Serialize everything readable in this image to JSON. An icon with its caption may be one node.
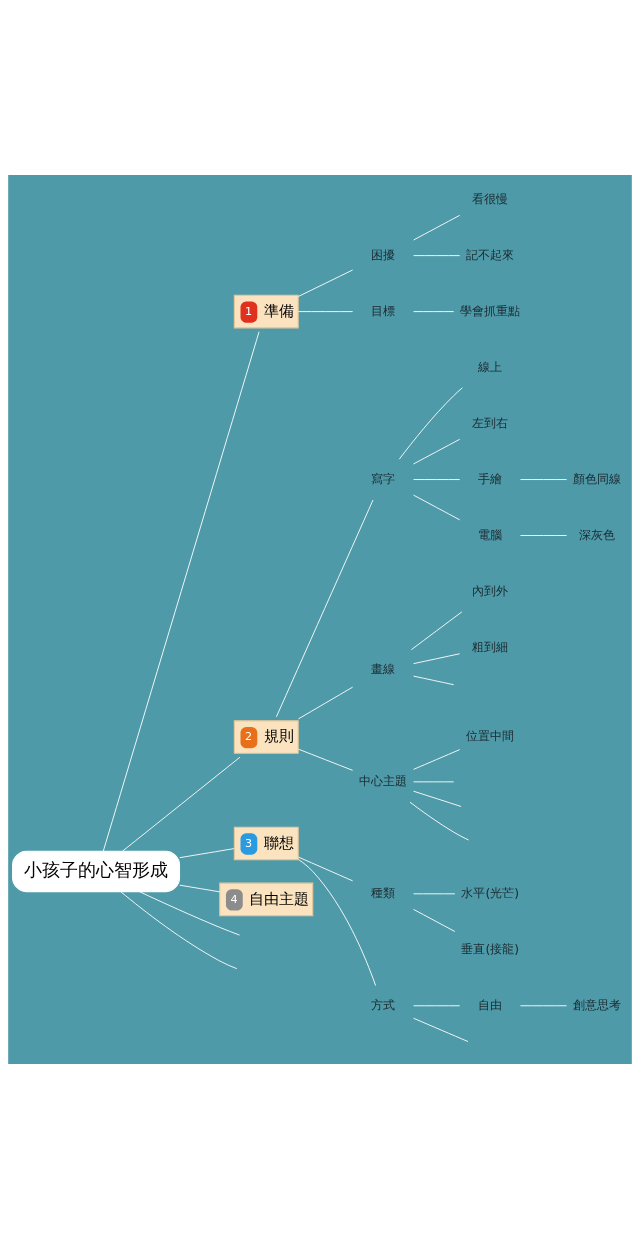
{
  "diagram": {
    "nodes": [
      {
        "text": [
          "小孩子的心智形成"
        ]
      },
      {
        "text": [
          "1",
          "準備"
        ]
      },
      {
        "text": [
          "困擾"
        ]
      },
      {
        "text": [
          "看很慢"
        ]
      },
      {
        "text": [
          "記不起來"
        ]
      },
      {
        "text": [
          "目標"
        ]
      },
      {
        "text": [
          "學會抓重點"
        ]
      },
      {
        "text": [
          "2",
          "規則"
        ]
      },
      {
        "text": [
          "寫字"
        ]
      },
      {
        "text": [
          "線上"
        ]
      },
      {
        "text": [
          "左到右"
        ]
      },
      {
        "text": [
          "手繪"
        ]
      },
      {
        "text": [
          "顏色同線"
        ]
      },
      {
        "text": [
          "電腦"
        ]
      },
      {
        "text": [
          "深灰色"
        ]
      },
      {
        "text": [
          "畫線"
        ]
      },
      {
        "text": [
          "內到外"
        ]
      },
      {
        "text": [
          "粗到細"
        ]
      },
      {
        "text": [
          "中心主題"
        ]
      },
      {
        "text": [
          "位置中間"
        ]
      },
      {
        "text": [
          "3",
          "聯想"
        ]
      },
      {
        "text": [
          "種類"
        ]
      },
      {
        "text": [
          "水平(光芒)"
        ]
      },
      {
        "text": [
          "垂直(接龍)"
        ]
      },
      {
        "text": [
          "方式"
        ]
      },
      {
        "text": [
          "自由"
        ]
      },
      {
        "text": [
          "創意思考"
        ]
      },
      {
        "text": [
          "4",
          "自由主題"
        ]
      }
    ],
    "edges": [
      {
        "from": 0,
        "to": 1,
        "arrow": "none"
      },
      {
        "from": 1,
        "to": 2,
        "arrow": "none"
      },
      {
        "from": 2,
        "to": 3,
        "arrow": "none"
      },
      {
        "from": 2,
        "to": 4,
        "arrow": "none"
      },
      {
        "from": 1,
        "to": 5,
        "arrow": "none"
      },
      {
        "from": 5,
        "to": 6,
        "arrow": "none"
      },
      {
        "from": 0,
        "to": 7,
        "arrow": "none"
      },
      {
        "from": 7,
        "to": 8,
        "arrow": "none"
      },
      {
        "from": 8,
        "to": 9,
        "arrow": "none"
      },
      {
        "from": 8,
        "to": 10,
        "arrow": "none"
      },
      {
        "from": 8,
        "to": 11,
        "arrow": "none"
      },
      {
        "from": 11,
        "to": 12,
        "arrow": "none"
      },
      {
        "from": 8,
        "to": 13,
        "arrow": "none"
      },
      {
        "from": 13,
        "to": 14,
        "arrow": "none"
      },
      {
        "from": 7,
        "to": 15,
        "arrow": "none"
      },
      {
        "from": 15,
        "to": 16,
        "arrow": "none"
      },
      {
        "from": 15,
        "to": 17,
        "arrow": "none"
      },
      {
        "from": 15,
        "to": null,
        "arrow": "none"
      },
      {
        "from": 7,
        "to": 18,
        "arrow": "none"
      },
      {
        "from": 18,
        "to": 19,
        "arrow": "none"
      },
      {
        "from": 18,
        "to": null,
        "arrow": "none"
      },
      {
        "from": 18,
        "to": null,
        "arrow": "none"
      },
      {
        "from": 18,
        "to": null,
        "arrow": "none"
      },
      {
        "from": 0,
        "to": 20,
        "arrow": "none"
      },
      {
        "from": 20,
        "to": 21,
        "arrow": "none"
      },
      {
        "from": 21,
        "to": 22,
        "arrow": "none"
      },
      {
        "from": 21,
        "to": 23,
        "arrow": "none"
      },
      {
        "from": 20,
        "to": 24,
        "arrow": "none"
      },
      {
        "from": 24,
        "to": 25,
        "arrow": "none"
      },
      {
        "from": 25,
        "to": 26,
        "arrow": "none"
      },
      {
        "from": 24,
        "to": null,
        "arrow": "none"
      },
      {
        "from": 0,
        "to": 27,
        "arrow": "none"
      },
      {
        "from": 0,
        "to": null,
        "arrow": "none"
      },
      {
        "from": 0,
        "to": null,
        "arrow": "none"
      }
    ]
  }
}
